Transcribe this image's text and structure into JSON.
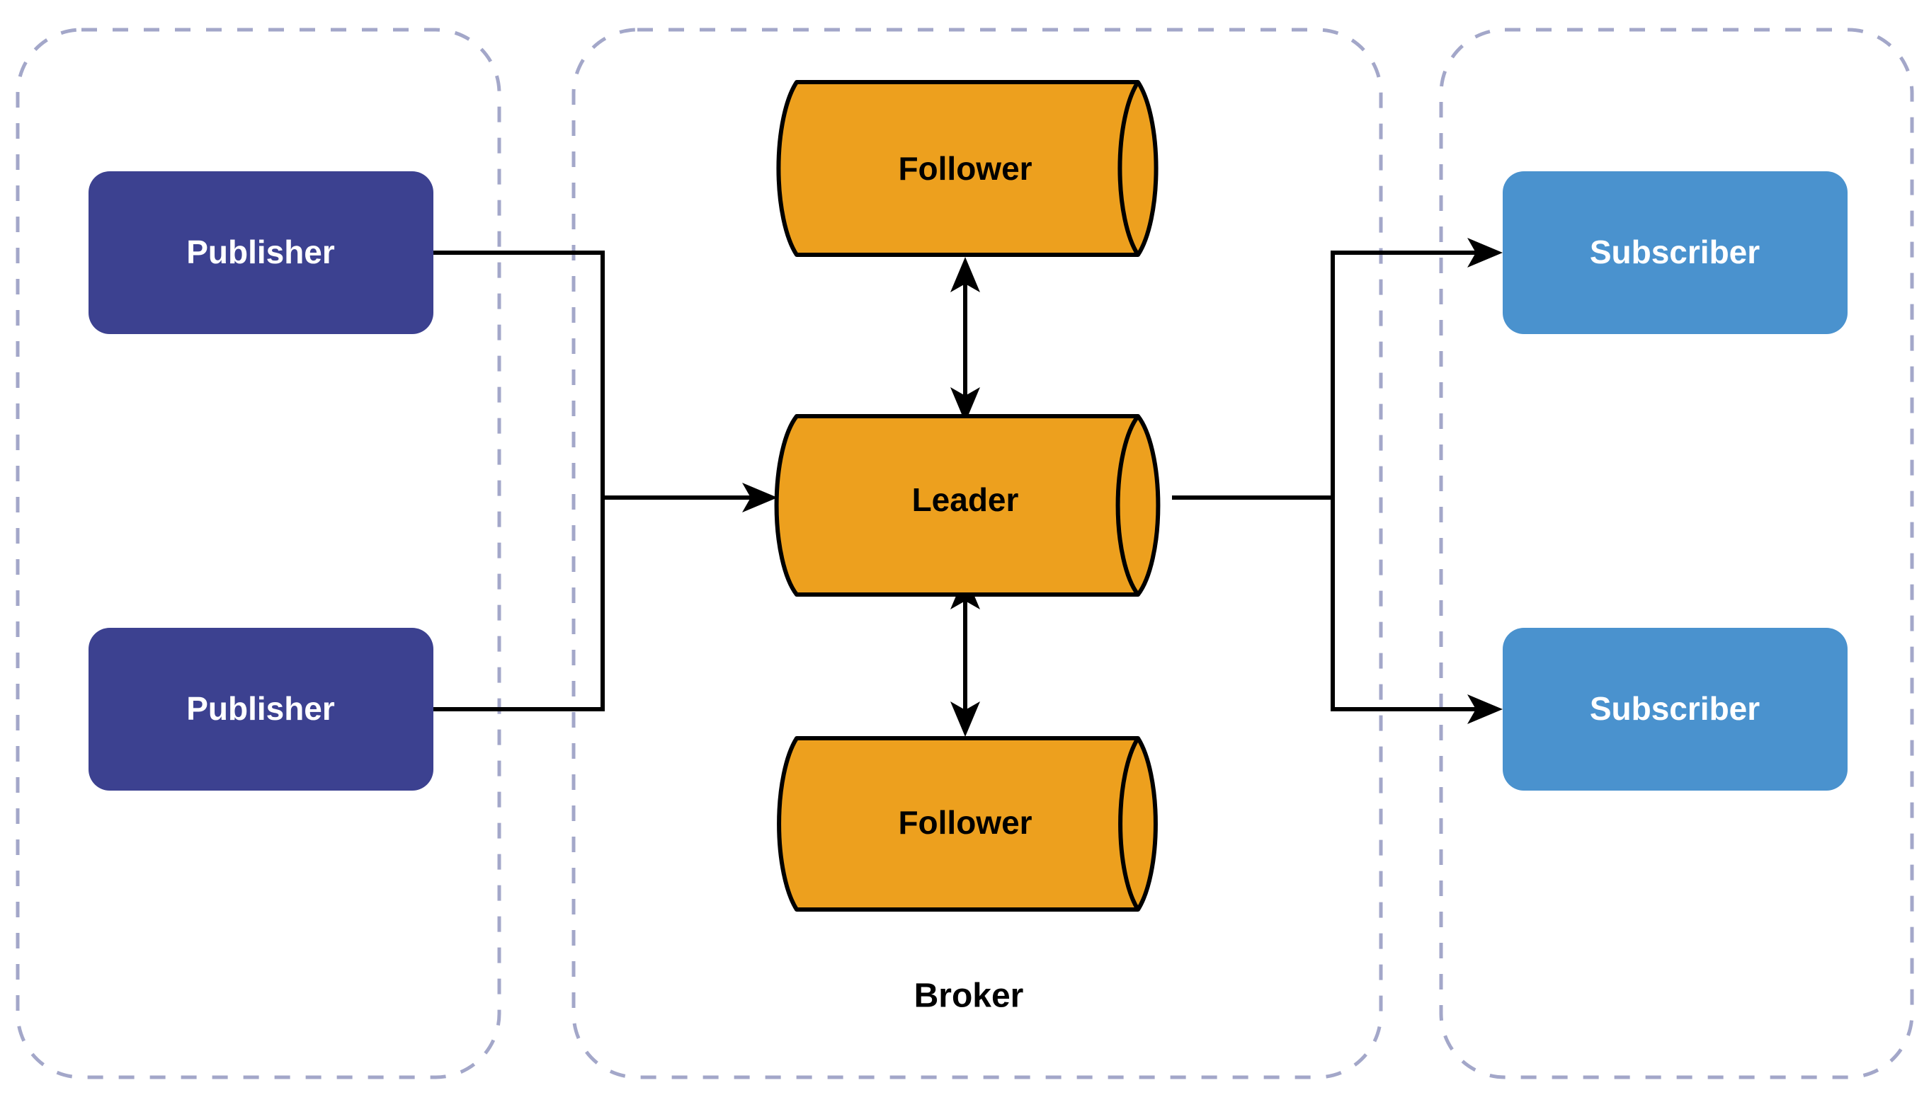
{
  "diagram": {
    "title_visible": false,
    "colors": {
      "publisher_fill": "#3c4190",
      "subscriber_fill": "#4a92ce",
      "broker_node_fill": "#eda01e",
      "broker_node_stroke": "#000000",
      "group_border": "#a3a7c9",
      "edge": "#000000",
      "background": "#ffffff",
      "label_light": "#ffffff",
      "label_dark": "#000000"
    },
    "groups": [
      {
        "id": "publishers",
        "label": "",
        "label_visible": false
      },
      {
        "id": "broker",
        "label": "Broker",
        "label_visible": true
      },
      {
        "id": "subscribers",
        "label": "",
        "label_visible": false
      }
    ],
    "nodes": {
      "publishers": [
        {
          "id": "publisher-1",
          "label": "Publisher",
          "shape": "rounded-rect"
        },
        {
          "id": "publisher-2",
          "label": "Publisher",
          "shape": "rounded-rect"
        }
      ],
      "broker": [
        {
          "id": "follower-top",
          "label": "Follower",
          "shape": "cylinder"
        },
        {
          "id": "leader",
          "label": "Leader",
          "shape": "cylinder"
        },
        {
          "id": "follower-bottom",
          "label": "Follower",
          "shape": "cylinder"
        }
      ],
      "subscribers": [
        {
          "id": "subscriber-1",
          "label": "Subscriber",
          "shape": "rounded-rect"
        },
        {
          "id": "subscriber-2",
          "label": "Subscriber",
          "shape": "rounded-rect"
        }
      ]
    },
    "edges": [
      {
        "from": "publisher-1",
        "to": "leader",
        "arrow": "single"
      },
      {
        "from": "publisher-2",
        "to": "leader",
        "arrow": "single"
      },
      {
        "from": "leader",
        "to": "follower-top",
        "arrow": "double"
      },
      {
        "from": "leader",
        "to": "follower-bottom",
        "arrow": "double"
      },
      {
        "from": "leader",
        "to": "subscriber-1",
        "arrow": "single"
      },
      {
        "from": "leader",
        "to": "subscriber-2",
        "arrow": "single"
      }
    ]
  }
}
